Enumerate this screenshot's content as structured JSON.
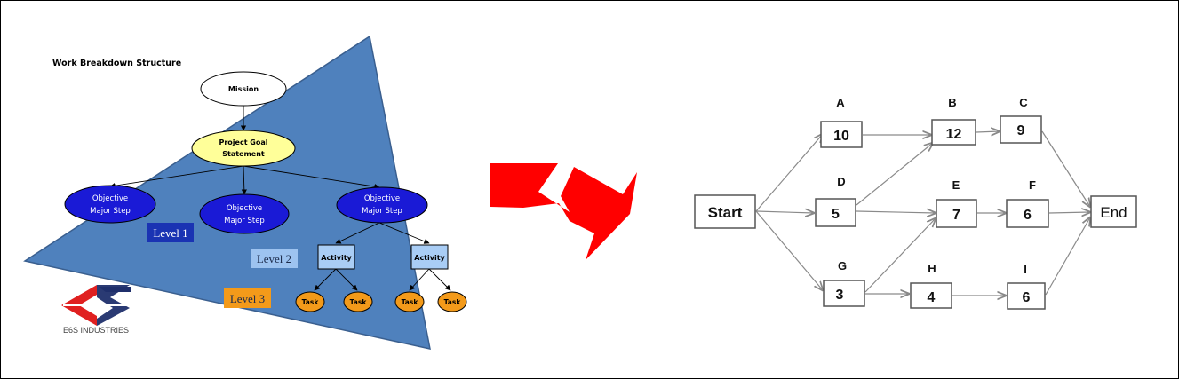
{
  "wbs": {
    "title": "Work Breakdown Structure",
    "mission": "Mission",
    "goal": [
      "Project Goal",
      "Statement"
    ],
    "objectives": [
      [
        "Objective",
        "Major Step"
      ],
      [
        "Objective",
        "Major Step"
      ],
      [
        "Objective",
        "Major Step"
      ]
    ],
    "activities": [
      "Activity",
      "Activity"
    ],
    "tasks": [
      "Task",
      "Task",
      "Task",
      "Task"
    ],
    "levels": [
      {
        "label": "Level 1",
        "bg": "#1a33b3",
        "fg": "#ffffff"
      },
      {
        "label": "Level 2",
        "bg": "#9dc3f0",
        "fg": "#1b2a4a"
      },
      {
        "label": "Level 3",
        "bg": "#f39a1a",
        "fg": "#1b2a4a"
      }
    ],
    "logo_text": "E6S INDUSTRIES",
    "colors": {
      "triangle": "#4f81bd",
      "mission": "#ffffff",
      "goal": "#ffff99",
      "objective": "#1a1ad6",
      "activity": "#a9cdf5",
      "task": "#f39a1a",
      "logo_red": "#e02020",
      "logo_navy": "#1f2f6b"
    }
  },
  "arrow": {
    "color": "#ff0000",
    "icon": "lightning-arrow-icon"
  },
  "network": {
    "start": "Start",
    "end": "End",
    "nodes": [
      {
        "id": "A",
        "letter": "A",
        "value": "10"
      },
      {
        "id": "B",
        "letter": "B",
        "value": "12"
      },
      {
        "id": "C",
        "letter": "C",
        "value": "9"
      },
      {
        "id": "D",
        "letter": "D",
        "value": "5"
      },
      {
        "id": "E",
        "letter": "E",
        "value": "7"
      },
      {
        "id": "F",
        "letter": "F",
        "value": "6"
      },
      {
        "id": "G",
        "letter": "G",
        "value": "3"
      },
      {
        "id": "H",
        "letter": "H",
        "value": "4"
      },
      {
        "id": "I",
        "letter": "I",
        "value": "6"
      }
    ]
  }
}
